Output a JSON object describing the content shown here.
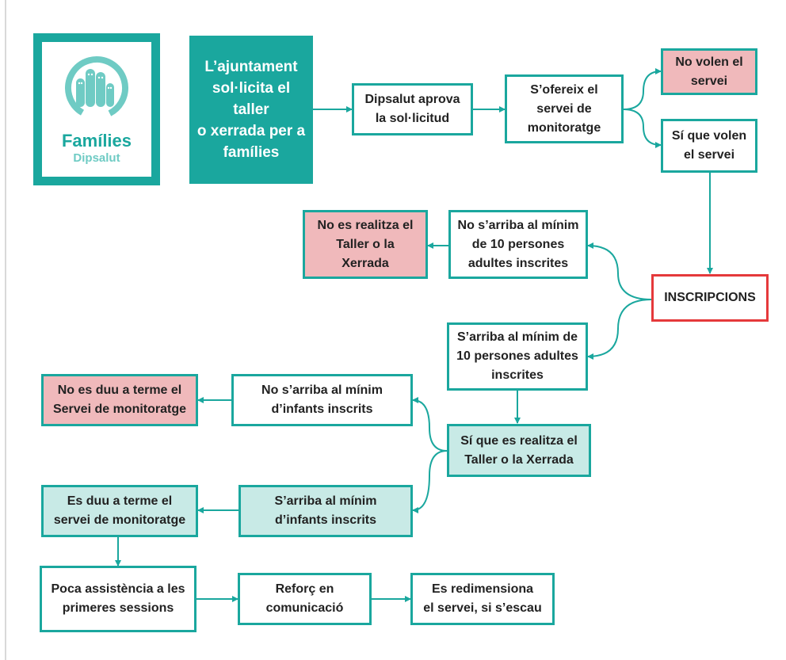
{
  "logo": {
    "title": "Famílies",
    "subtitle": "Dipsalut"
  },
  "nodes": {
    "request": "L’ajuntament\nsol·licita el taller\no xerrada per a\nfamílies",
    "approve": "Dipsalut aprova\nla sol·licitud",
    "offer": "S’ofereix el\nservei de\nmonitoratge",
    "no_want": "No volen el\nservei",
    "yes_want": "Sí que volen\nel servei",
    "inscripcions": "INSCRIPCIONS",
    "not_min_adults": "No s’arriba al mínim\nde 10 persones\nadultes inscrites",
    "no_taller": "No es realitza el\nTaller o la\nXerrada",
    "min_adults": "S’arriba al mínim de\n10 persones adultes\ninscrites",
    "not_min_kids": "No s’arriba al mínim\nd’infants inscrits",
    "no_service": "No es duu a terme el\nServei de monitoratge",
    "yes_taller": "Sí que es realitza el\nTaller o la Xerrada",
    "min_kids": "S’arriba al mínim\nd’infants inscrits",
    "do_service": "Es duu a terme el\nservei de monitoratge",
    "low_attendance": "Poca assistència a les\nprimeres sessions",
    "reinforce": "Reforç en\ncomunicació",
    "resize": "Es redimensiona\nel servei, si s’escau"
  },
  "colors": {
    "teal": "#1aa79e",
    "pink_fill": "#f0b9bb",
    "mint_fill": "#c8eae6",
    "alert_red": "#e5393b"
  }
}
